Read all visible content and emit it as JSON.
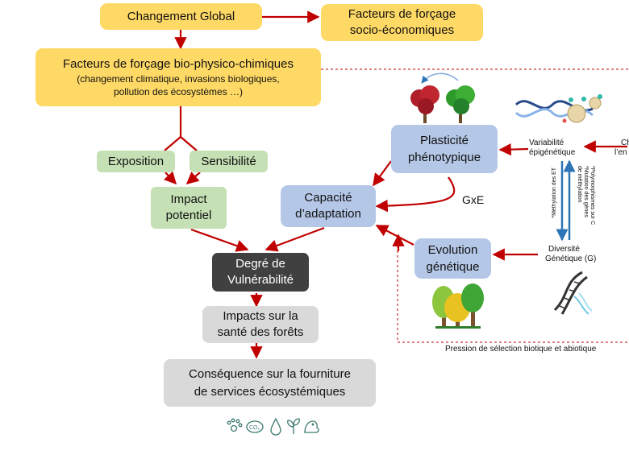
{
  "nodes": {
    "global": "Changement Global",
    "socio_line1": "Facteurs de forçage",
    "socio_line2": "socio-économiques",
    "bio_title": "Facteurs de forçage bio-physico-chimiques",
    "bio_line2": "(changement climatique, invasions biologiques,",
    "bio_line3": "pollution des écosystèmes …)",
    "exposition": "Exposition",
    "sensibilite": "Sensibilité",
    "impact_line1": "Impact",
    "impact_line2": "potentiel",
    "capacite_line1": "Capacité",
    "capacite_line2": "d’adaptation",
    "plasticite_line1": "Plasticité",
    "plasticite_line2": "phénotypique",
    "evolution_line1": "Evolution",
    "evolution_line2": "génétique",
    "degre_line1": "Degré de",
    "degre_line2": "Vulnérabilité",
    "impacts_line1": "Impacts sur la",
    "impacts_line2": "santé des forêts",
    "consequence_line1": "Conséquence sur la fourniture",
    "consequence_line2": "de services écosystémiques"
  },
  "labels": {
    "gxe": "GxE",
    "variabilite_line1": "Variabilité",
    "variabilite_line2": "épigénétique",
    "diversite_line1": "Diversité",
    "diversite_line2": "Génétique (G)",
    "methylation": "*Méthylation des ET",
    "polymorphismes": "*Polymorphismes sur C",
    "mutation_line1": "*Mutation des gènes",
    "mutation_line2": "de méthylation",
    "cut_line1": "Ch",
    "cut_line2": "l’en",
    "pression": "Pression de sélection biotique et abiotique"
  },
  "icons": [
    "paw-icon",
    "co2-icon",
    "water-drop-icon",
    "seedling-icon",
    "bird-icon"
  ],
  "colors": {
    "yellow": "#ffd966",
    "green": "#c5e0b4",
    "blue": "#b4c7e7",
    "dark": "#404040",
    "grey": "#d9d9d9",
    "arrow": "#c00000",
    "vertical_arrows": "#2e75b6"
  }
}
